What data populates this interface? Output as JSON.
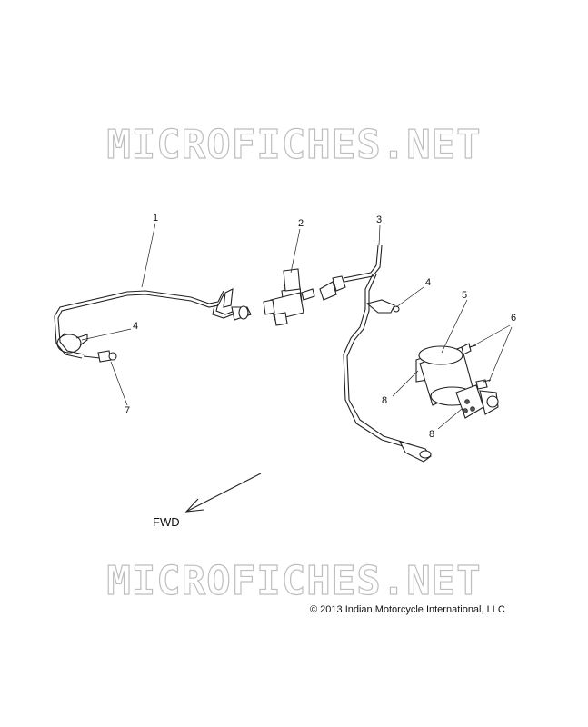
{
  "watermark": {
    "text": "MICROFICHES.NET"
  },
  "callouts": {
    "c1": "1",
    "c2": "2",
    "c3": "3",
    "c4a": "4",
    "c4b": "4",
    "c5": "5",
    "c6": "6",
    "c7": "7",
    "c8a": "8",
    "c8b": "8"
  },
  "direction": {
    "label": "FWD"
  },
  "copyright": {
    "text": "© 2013 Indian Motorcycle International, LLC"
  }
}
